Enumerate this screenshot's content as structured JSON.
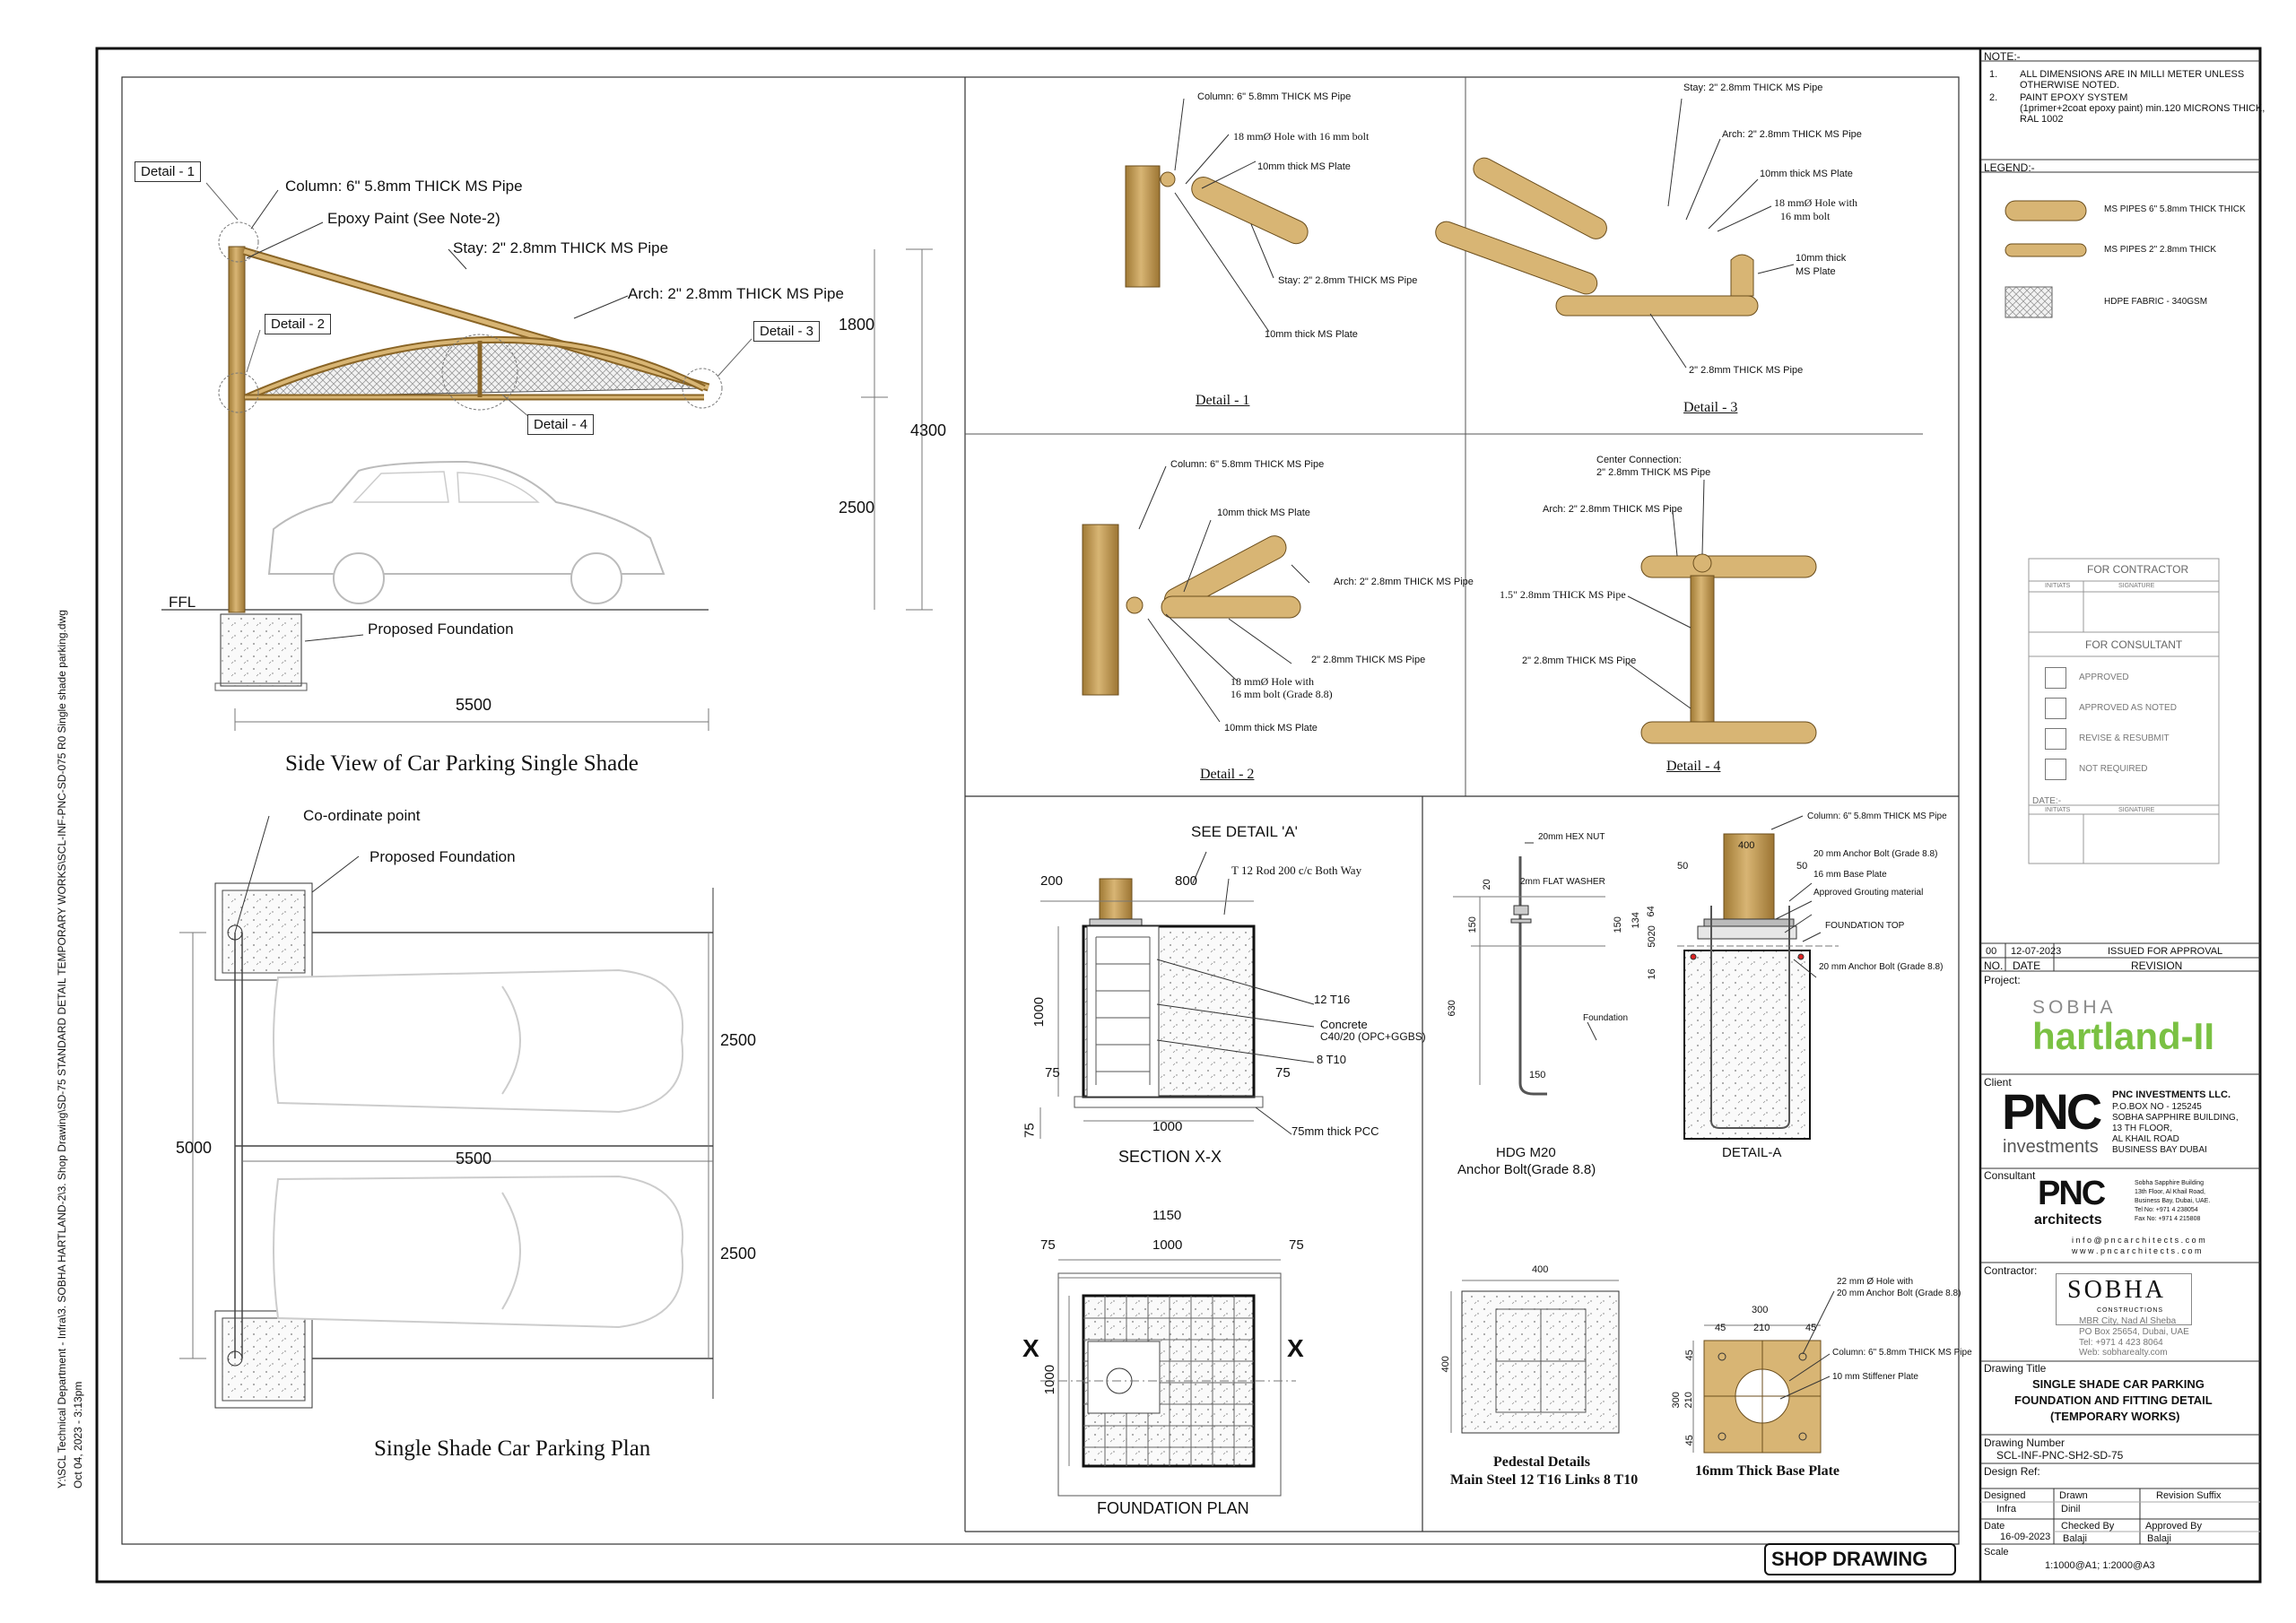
{
  "colors": {
    "pipe": "#c9a15a",
    "pipe_dark": "#7a5a22",
    "line": "#222",
    "frame": "#111",
    "green": "#7ac143",
    "grey": "#8a8a8a"
  },
  "side_path": "Y:\\SCL Technical Department - Infra\\3. SOBHA HARTLAND-2\\3. Shop Drawing\\SD-75 STANDARD DETAIL TEMPORARY WORKS\\SCL-INF-PNC-SD-075 R0 Single shade parking.dwg",
  "side_date": "Oct 04, 2023 - 3:13pm",
  "side_view": {
    "title": "Side View of  Car Parking Single Shade",
    "detail_tags": [
      "Detail - 1",
      "Detail - 2",
      "Detail - 3",
      "Detail - 4"
    ],
    "callouts": [
      "Column: 6\" 5.8mm THICK MS Pipe",
      "Epoxy Paint (See Note-2)",
      "Stay: 2\" 2.8mm THICK MS Pipe",
      "Arch: 2\" 2.8mm THICK MS Pipe",
      "Proposed Foundation"
    ],
    "ffl": "FFL",
    "dims": {
      "d1800": "1800",
      "d4300": "4300",
      "d2500": "2500",
      "d5500": "5500"
    }
  },
  "plan": {
    "title": "Single Shade Car Parking Plan",
    "callouts": [
      "Co-ordinate point",
      "Proposed Foundation"
    ],
    "dims": {
      "d2500a": "2500",
      "d2500b": "2500",
      "d5000": "5000",
      "d5500": "5500"
    }
  },
  "details": {
    "d1": {
      "title": "Detail - 1",
      "labels": [
        "Column: 6\" 5.8mm THICK MS Pipe",
        "18 mmØ Hole with 16 mm bolt",
        "10mm  thick MS Plate",
        "Stay: 2\" 2.8mm THICK MS Pipe",
        "10mm  thick MS Plate"
      ]
    },
    "d3": {
      "title": "Detail - 3",
      "labels": [
        "Stay: 2\" 2.8mm THICK MS Pipe",
        "Arch: 2\" 2.8mm THICK MS Pipe",
        "10mm  thick MS Plate",
        "18 mmØ Hole with",
        "16 mm bolt",
        "10mm  thick",
        "MS Plate",
        "2\" 2.8mm THICK MS Pipe"
      ]
    },
    "d2": {
      "title": "Detail - 2",
      "labels": [
        "Column: 6\" 5.8mm THICK MS Pipe",
        "10mm  thick MS Plate",
        "Arch: 2\" 2.8mm THICK MS Pipe",
        "2\" 2.8mm THICK MS Pipe",
        "18 mmØ Hole with",
        "16 mm bolt (Grade 8.8)",
        "10mm  thick MS Plate"
      ]
    },
    "d4": {
      "title": "Detail - 4",
      "labels": [
        "Center Connection:",
        "2\" 2.8mm THICK MS Pipe",
        "Arch: 2\" 2.8mm THICK MS Pipe",
        "1.5\" 2.8mm THICK MS Pipe",
        "2\" 2.8mm THICK MS Pipe"
      ]
    }
  },
  "section": {
    "title": "SECTION X-X",
    "see": "SEE DETAIL 'A'",
    "rod": "T 12 Rod 200 c/c Both Way",
    "labels": [
      "12 T16",
      "Concrete",
      "C40/20 (OPC+GGBS)",
      "8 T10",
      "75mm thick PCC"
    ],
    "dims": {
      "d200": "200",
      "d800": "800",
      "d1000v": "1000",
      "d75a": "75",
      "d75b": "75",
      "d75c": "75",
      "d1000h": "1000"
    }
  },
  "fplan": {
    "title": "FOUNDATION PLAN",
    "x": "X",
    "dims": {
      "d1150": "1150",
      "d75a": "75",
      "d1000": "1000",
      "d75b": "75",
      "d1000v": "1000"
    }
  },
  "anchor": {
    "title1": "HDG M20",
    "title2": "Anchor Bolt(Grade 8.8)",
    "labels": [
      "20mm HEX NUT",
      "2mm FLAT WASHER",
      "Foundation"
    ],
    "dims": [
      "20",
      "150",
      "630",
      "150"
    ]
  },
  "detail_a": {
    "title": "DETAIL-A",
    "labels": [
      "Column: 6\" 5.8mm THICK  MS Pipe",
      "20 mm Anchor Bolt (Grade 8.8)",
      "16 mm Base Plate",
      "Approved Grouting material",
      "FOUNDATION TOP",
      "20 mm Anchor Bolt (Grade 8.8)"
    ],
    "dims": [
      "400",
      "50",
      "50",
      "150",
      "134",
      "64",
      "5020",
      "16"
    ]
  },
  "pedestal": {
    "title1": "Pedestal Details",
    "title2": "Main Steel 12 T16 Links 8 T10",
    "dims": [
      "400",
      "400"
    ]
  },
  "baseplate": {
    "title": "16mm Thick Base Plate",
    "labels": [
      "22 mm Ø Hole with",
      "20 mm Anchor Bolt (Grade 8.8)",
      "Column: 6\" 5.8mm THICK MS Pipe",
      "10 mm Stiffener Plate"
    ],
    "dims": [
      "300",
      "45",
      "210",
      "45",
      "45",
      "210",
      "45",
      "300"
    ]
  },
  "shop": "SHOP DRAWING",
  "titleblock": {
    "note_head": "NOTE:-",
    "notes": [
      [
        "1.",
        "ALL DIMENSIONS ARE IN MILLI METER UNLESS",
        "OTHERWISE NOTED."
      ],
      [
        "2.",
        "PAINT EPOXY SYSTEM",
        "(1primer+2coat epoxy paint) min.120 MICRONS THICK,",
        "RAL 1002"
      ]
    ],
    "legend_head": "LEGEND:-",
    "legend": [
      "MS PIPES 6\" 5.8mm THICK  THICK",
      "MS PIPES 2\"  2.8mm THICK",
      "HDPE FABRIC - 340GSM"
    ],
    "contractor_box": "FOR CONTRACTOR",
    "initials": "INITIATS",
    "signature": "SIGNATURE",
    "consultant_box": "FOR CONSULTANT",
    "approvals": [
      "APPROVED",
      "APPROVED AS NOTED",
      "REVISE & RESUBMIT",
      "NOT REQUIRED"
    ],
    "date_lbl": "DATE:-",
    "rev": {
      "no": "00",
      "date": "12-07-2023",
      "desc": "ISSUED FOR APPROVAL",
      "h_no": "NO.",
      "h_date": "DATE",
      "h_rev": "REVISION"
    },
    "project_lbl": "Project:",
    "sobha": "SOBHA",
    "hartland": "hartland-II",
    "client_lbl": "Client",
    "pnc": "PNC",
    "investments": "investments",
    "client_lines": [
      "PNC INVESTMENTS LLC.",
      "P.O.BOX NO - 125245",
      "SOBHA SAPPHIRE BUILDING,",
      "13 TH FLOOR,",
      "AL KHAIL ROAD",
      "BUSINESS BAY DUBAI"
    ],
    "consultant_lbl": "Consultant",
    "architects": "architects",
    "cons_lines": [
      "Sobha Sapphire Building",
      "13th Floor, Al Khail Road,",
      "Business Bay, Dubai, UAE.",
      "Tel No: +971 4 238054",
      "Fax No: +971 4 215808"
    ],
    "cons_web": [
      "i n f o @ p n c a r c h i t e c t s . c o m",
      "w w w . p n c a r c h i t e c t s . c o m"
    ],
    "contractor_lbl": "Contractor:",
    "sobha_c": "SOBHA",
    "constructions": "CONSTRUCTIONS",
    "contr_lines": [
      "MBR City, Nad Al Sheba",
      "PO Box 25654, Dubai, UAE",
      "Tel: +971 4 423 8064",
      "Web: sobharealty.com"
    ],
    "dtitle_lbl": "Drawing Title",
    "dtitle": [
      "SINGLE SHADE CAR PARKING",
      "FOUNDATION AND FITTING DETAIL",
      "(TEMPORARY WORKS)"
    ],
    "dnum_lbl": "Drawing Number",
    "dnum": "SCL-INF-PNC-SH2-SD-75",
    "dref_lbl": "Design Ref:",
    "designed_lbl": "Designed",
    "designed": "Infra",
    "drawn_lbl": "Drawn",
    "drawn": "Dinil",
    "suffix_lbl": "Revision Suffix",
    "date_lbl2": "Date",
    "date": "16-09-2023",
    "checked_lbl": "Checked By",
    "checked": "Balaji",
    "approved_lbl": "Approved By",
    "approved": "Balaji",
    "scale_lbl": "Scale",
    "scale": "1:1000@A1; 1:2000@A3"
  }
}
